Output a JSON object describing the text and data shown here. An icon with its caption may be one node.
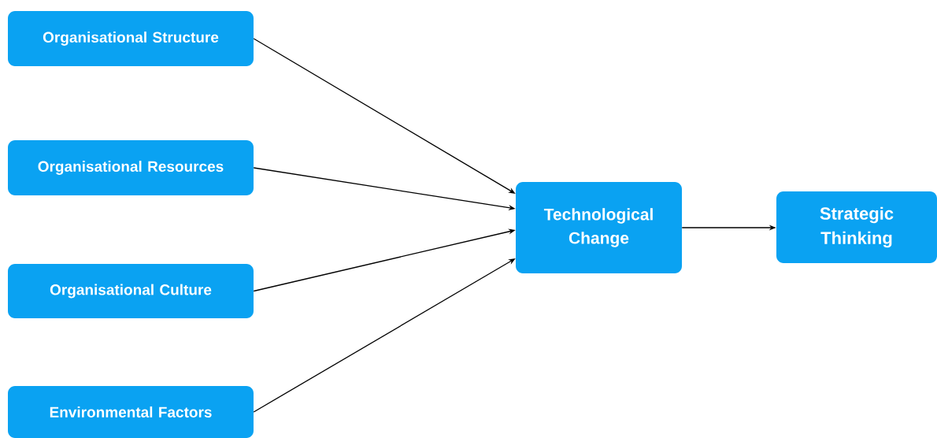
{
  "diagram": {
    "nodes": [
      {
        "text": [
          "Organisational Structure"
        ]
      },
      {
        "text": [
          "Organisational Resources"
        ]
      },
      {
        "text": [
          "Organisational Culture"
        ]
      },
      {
        "text": [
          "Environmental Factors"
        ]
      },
      {
        "text": [
          "Technological Change"
        ]
      },
      {
        "text": [
          "Strategic Thinking"
        ]
      }
    ],
    "edges": [
      {
        "from": 0,
        "to": 4,
        "arrow": "to"
      },
      {
        "from": 1,
        "to": 4,
        "arrow": "to"
      },
      {
        "from": 2,
        "to": 4,
        "arrow": "to"
      },
      {
        "from": 3,
        "to": 4,
        "arrow": "to"
      },
      {
        "from": 4,
        "to": 5,
        "arrow": "to"
      }
    ]
  }
}
